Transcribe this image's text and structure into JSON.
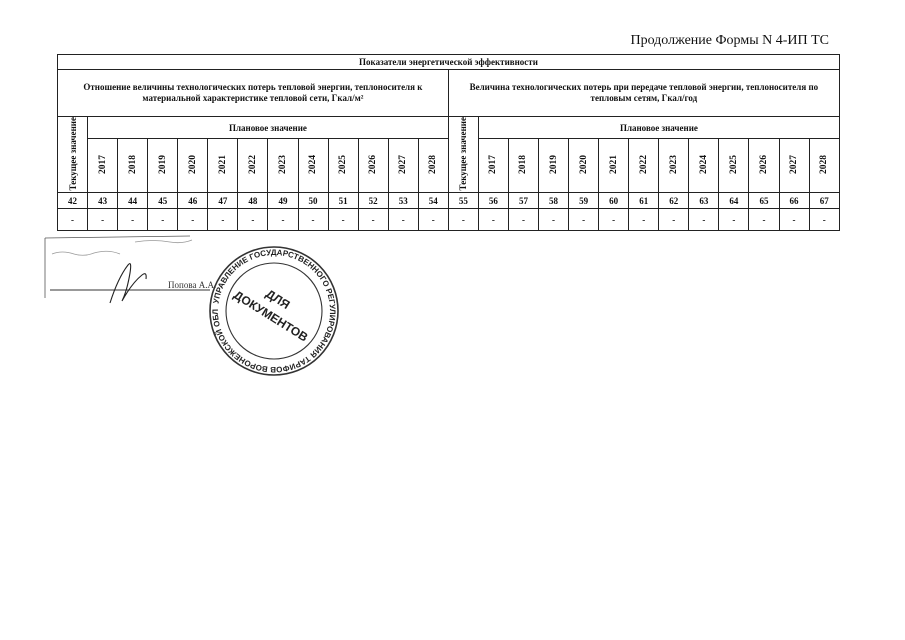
{
  "form_title": "Продолжение Формы N 4-ИП ТС",
  "table": {
    "main_header": "Показатели энергетической эффективности",
    "groups": [
      {
        "title": "Отношение величины технологических потерь тепловой энергии, теплоносителя к материальной характеристике тепловой сети, Гкал/м²",
        "current_label": "Текущее значение",
        "plan_label": "Плановое значение",
        "years": [
          "2017",
          "2018",
          "2019",
          "2020",
          "2021",
          "2022",
          "2023",
          "2024",
          "2025",
          "2026",
          "2027",
          "2028"
        ],
        "col_numbers": [
          "42",
          "43",
          "44",
          "45",
          "46",
          "47",
          "48",
          "49",
          "50",
          "51",
          "52",
          "53",
          "54"
        ],
        "values": [
          "-",
          "-",
          "-",
          "-",
          "-",
          "-",
          "-",
          "-",
          "-",
          "-",
          "-",
          "-",
          "-"
        ]
      },
      {
        "title": "Величина технологических потерь при передаче тепловой энергии, теплоносителя по тепловым сетям, Гкал/год",
        "current_label": "Текущее значение",
        "plan_label": "Плановое значение",
        "years": [
          "2017",
          "2018",
          "2019",
          "2020",
          "2021",
          "2022",
          "2023",
          "2024",
          "2025",
          "2026",
          "2027",
          "2028"
        ],
        "col_numbers": [
          "55",
          "56",
          "57",
          "58",
          "59",
          "60",
          "61",
          "62",
          "63",
          "64",
          "65",
          "66",
          "67"
        ],
        "values": [
          "-",
          "-",
          "-",
          "-",
          "-",
          "-",
          "-",
          "-",
          "-",
          "-",
          "-",
          "-",
          "-"
        ]
      }
    ]
  },
  "signature": {
    "name": "Попова А.А."
  },
  "stamp": {
    "center_text_1": "ДЛЯ",
    "center_text_2": "ДОКУМЕНТОВ",
    "ring_text": "УПРАВЛЕНИЕ ГОСУДАРСТВЕННОГО РЕГУЛИРОВАНИЯ ТАРИФОВ ВОРОНЕЖСКОЙ ОБЛАСТИ"
  }
}
